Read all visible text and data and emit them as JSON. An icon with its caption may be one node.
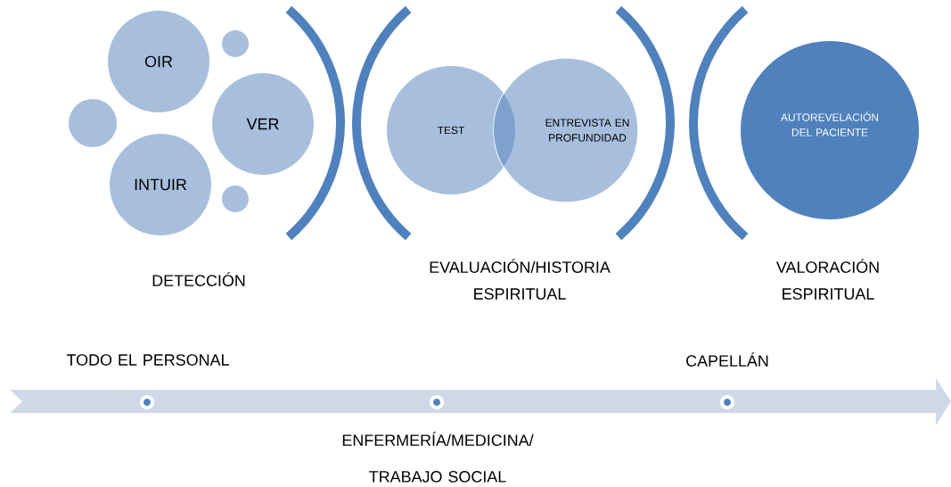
{
  "diagram": {
    "nodes": [
      {
        "text": [
          "OIR"
        ]
      },
      {
        "text": [
          "VER"
        ]
      },
      {
        "text": [
          "INTUIR"
        ]
      },
      {
        "text": [],
        "shape": "circle"
      },
      {
        "text": [],
        "shape": "circle"
      },
      {
        "text": [],
        "shape": "circle"
      },
      {
        "text": [
          "TEST"
        ]
      },
      {
        "text": [
          "ENTREVISTA EN PROFUNDIDAD"
        ]
      },
      {
        "text": [
          "AUTOREVELACIÓN DEL PACIENTE"
        ]
      }
    ],
    "edges": [],
    "labels": [
      "DETECCIÓN",
      "EVALUACIÓN/HISTORIA ESPIRITUAL",
      "VALORACIÓN ESPIRITUAL",
      "TODO EL PERSONAL",
      "CAPELLÁN",
      "ENFERMERÍA/MEDICINA/ TRABAJO SOCIAL"
    ]
  }
}
